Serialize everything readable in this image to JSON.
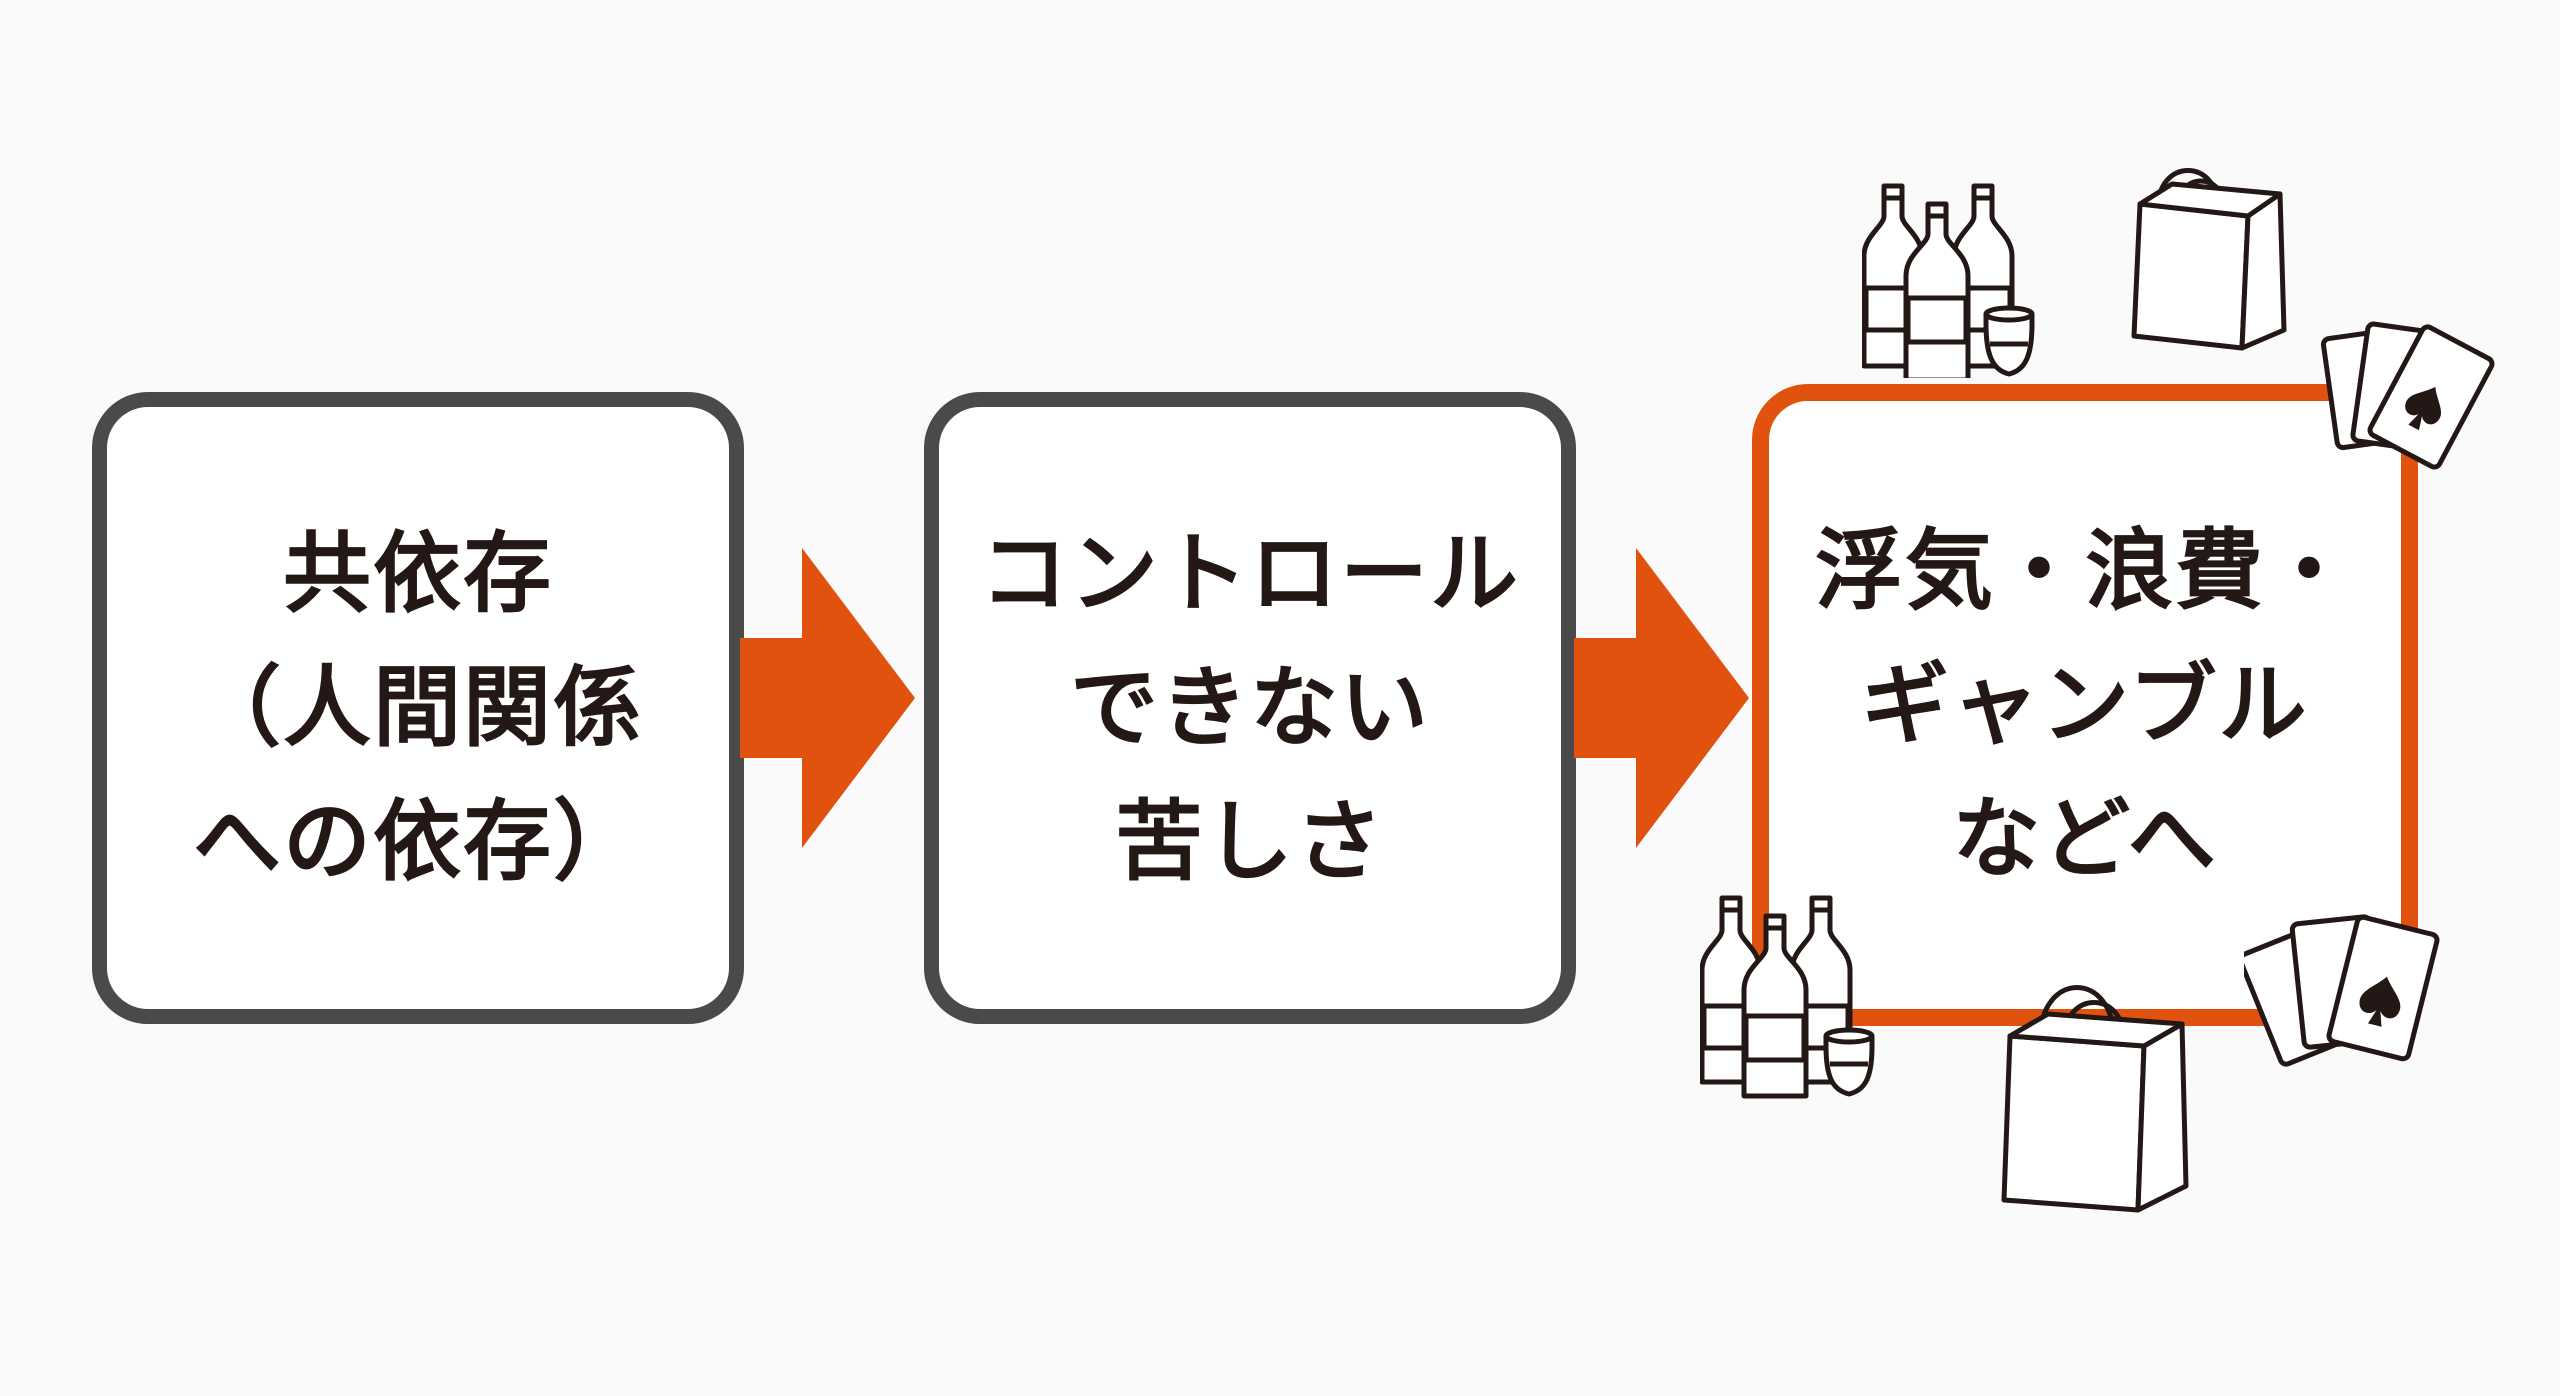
{
  "diagram": {
    "boxes": [
      {
        "id": "codependency",
        "lines": [
          "共依存",
          "（人間関係",
          "への依存）"
        ]
      },
      {
        "id": "uncontrollable-suffering",
        "lines": [
          "コントロール",
          "できない",
          "苦しさ"
        ]
      },
      {
        "id": "behavioral-addictions",
        "lines": [
          "浮気・浪費・",
          "ギャンブル",
          "などへ"
        ]
      }
    ],
    "arrows": [
      {
        "from": "codependency",
        "to": "uncontrollable-suffering"
      },
      {
        "from": "uncontrollable-suffering",
        "to": "behavioral-addictions"
      }
    ],
    "icons": [
      "bottles-icon",
      "shopping-bag-icon",
      "playing-cards-icon"
    ],
    "colors": {
      "accent": "#e0520e",
      "box_border": "#4a4a4a",
      "text": "#231815",
      "icon_stroke": "#231815",
      "background": "#fafafa"
    }
  }
}
